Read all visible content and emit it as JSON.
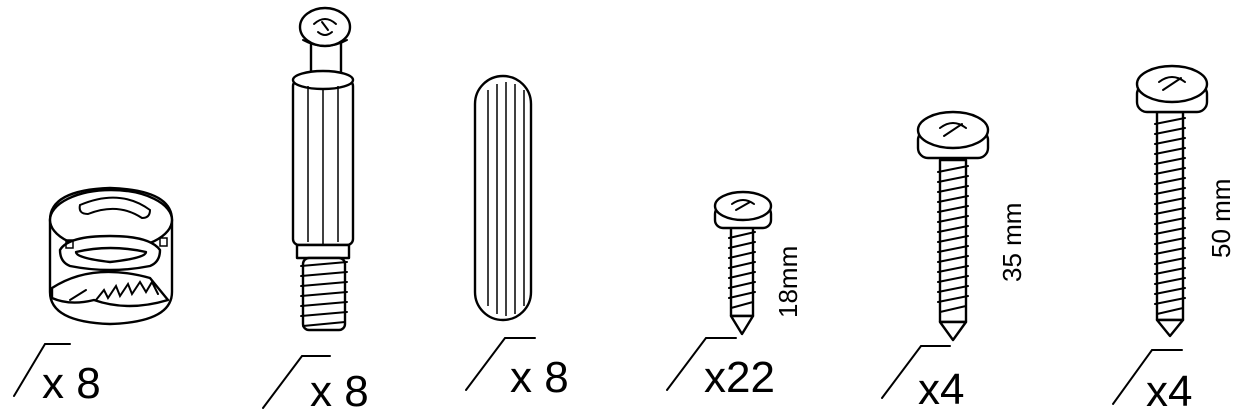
{
  "parts": [
    {
      "id": "cam-lock-nut",
      "icon": "cam-lock-nut-icon",
      "quantity": "x 8",
      "length": ""
    },
    {
      "id": "cam-bolt",
      "icon": "cam-bolt-icon",
      "quantity": "x 8",
      "length": ""
    },
    {
      "id": "wooden-dowel",
      "icon": "wooden-dowel-icon",
      "quantity": "x 8",
      "length": ""
    },
    {
      "id": "screw-18mm",
      "icon": "screw-icon",
      "quantity": "x22",
      "length": "18mm"
    },
    {
      "id": "screw-35mm",
      "icon": "screw-icon",
      "quantity": "x4",
      "length": "35 mm"
    },
    {
      "id": "screw-50mm",
      "icon": "screw-icon",
      "quantity": "x4",
      "length": "50 mm"
    }
  ]
}
